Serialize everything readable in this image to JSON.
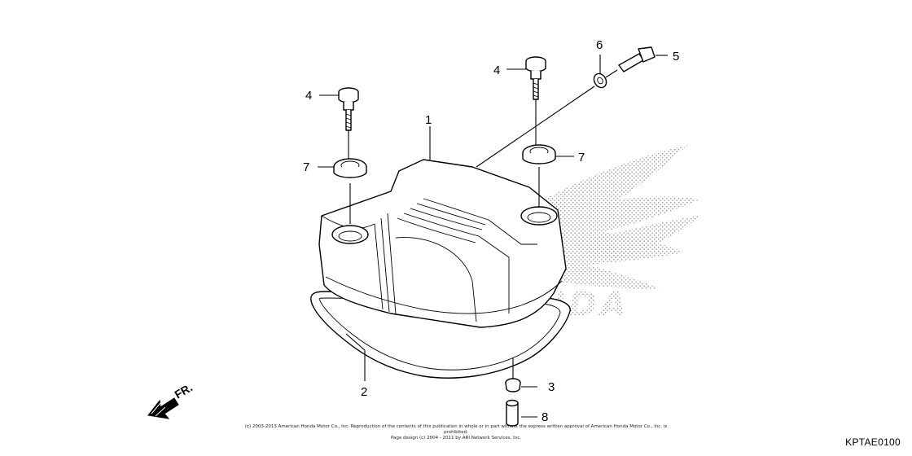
{
  "diagram": {
    "callouts": [
      {
        "id": "c1",
        "label": "1"
      },
      {
        "id": "c2",
        "label": "2"
      },
      {
        "id": "c3",
        "label": "3"
      },
      {
        "id": "c4a",
        "label": "4"
      },
      {
        "id": "c4b",
        "label": "4"
      },
      {
        "id": "c5",
        "label": "5"
      },
      {
        "id": "c6",
        "label": "6"
      },
      {
        "id": "c7a",
        "label": "7"
      },
      {
        "id": "c7b",
        "label": "7"
      },
      {
        "id": "c8",
        "label": "8"
      }
    ],
    "front_marker": "FR.",
    "watermark_text": "HONDA",
    "copyright_line1": "(c) 2003-2013 American Honda Motor Co., Inc. Reproduction of the contents of this publication in whole or in part without the express written approval of American Honda Motor Co., Inc. is prohibited.",
    "copyright_line2": "Page design (c) 2004 - 2011 by ARI Network Services, Inc.",
    "figure_code": "KPTAE0100"
  }
}
